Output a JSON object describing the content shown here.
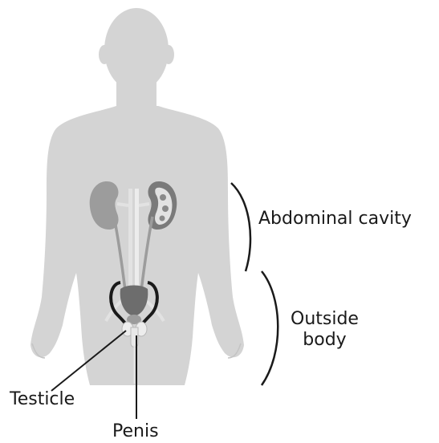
{
  "labels": {
    "abdominal_cavity": "Abdominal cavity",
    "outside_line1": "Outside",
    "outside_line2": "body",
    "testicle": "Testicle",
    "penis": "Penis"
  },
  "colors": {
    "silhouette": "#d4d4d4",
    "organ_gray": "#9c9c9c",
    "organ_light": "#e2e2e2",
    "organ_dark": "#6d6d6d",
    "outline": "#1a1a1a"
  }
}
